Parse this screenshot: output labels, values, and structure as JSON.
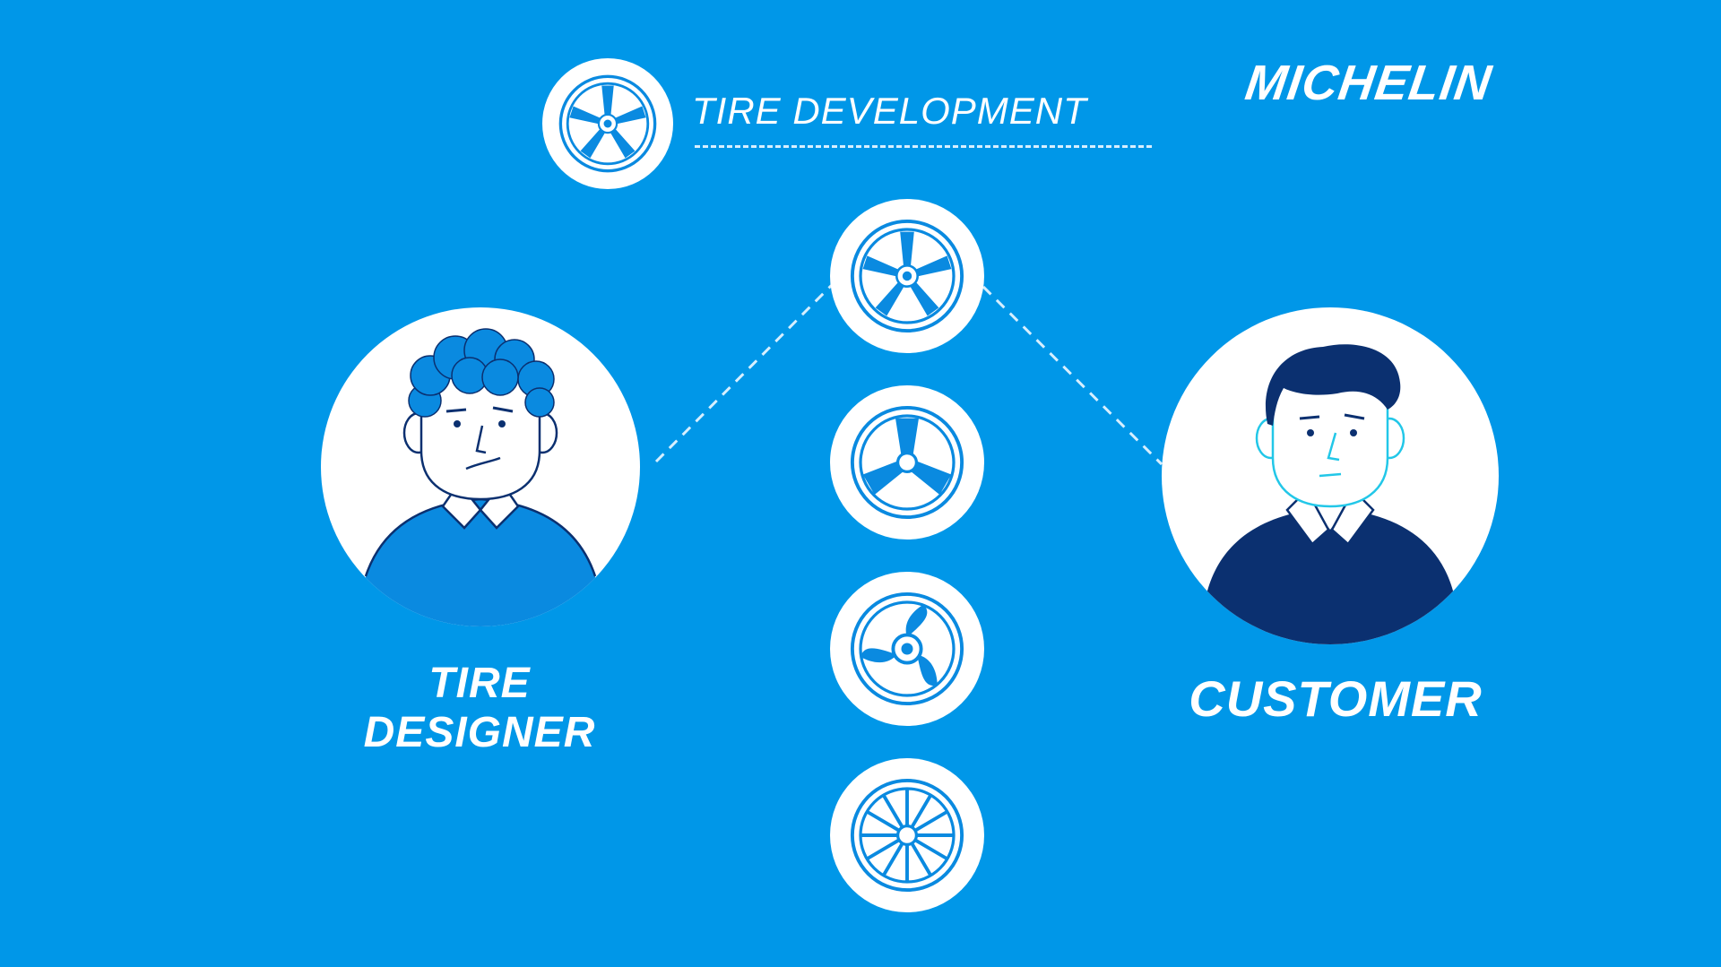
{
  "brand": {
    "logo_text": "MICHELIN"
  },
  "section": {
    "title": "TIRE DEVELOPMENT"
  },
  "roles": {
    "designer": {
      "line1": "TIRE",
      "line2": "DESIGNER"
    },
    "customer": {
      "label": "CUSTOMER"
    }
  },
  "icons": {
    "header_wheel": "five-spoke-wheel-icon",
    "wheel_1": "five-spoke-wheel-icon",
    "wheel_2": "three-spoke-wheel-icon",
    "wheel_3": "turbine-wheel-icon",
    "wheel_4": "mesh-wheel-icon",
    "designer_avatar": "curly-hair-person-icon",
    "customer_avatar": "dark-hair-person-icon"
  },
  "colors": {
    "background": "#0097e8",
    "accent": "#0a8ae0",
    "navy": "#0b3070",
    "white": "#ffffff"
  }
}
